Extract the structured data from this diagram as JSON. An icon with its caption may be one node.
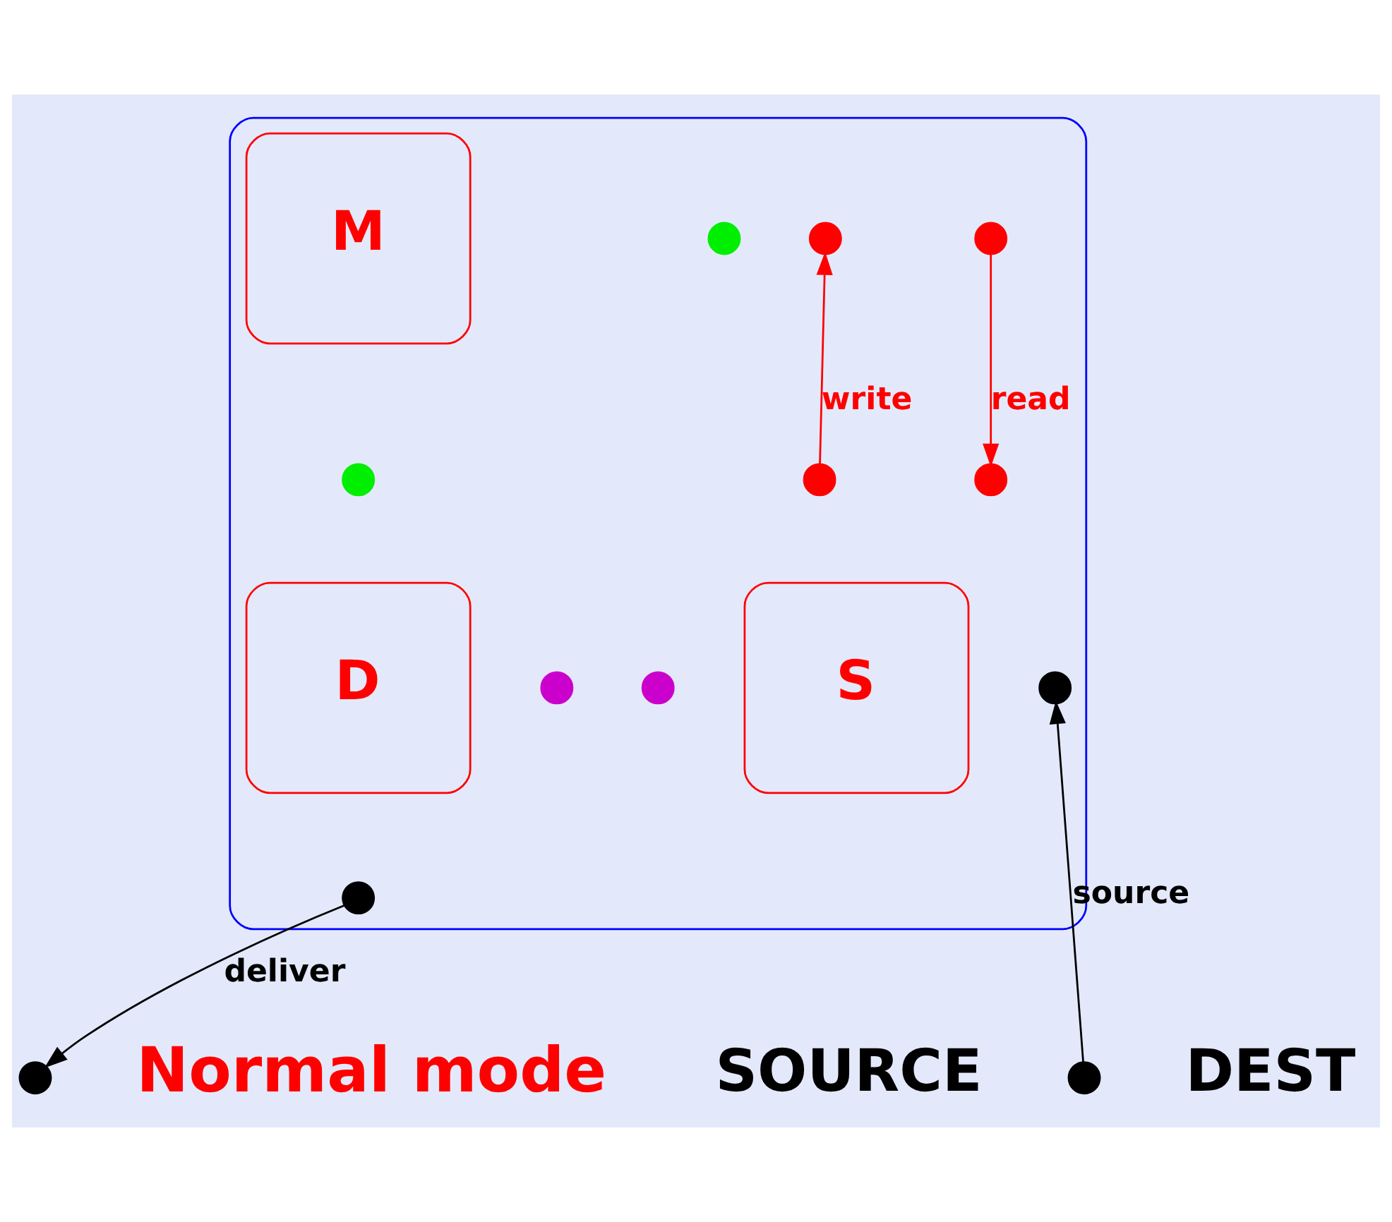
{
  "diagram": {
    "nodes": [
      {
        "text": [],
        "shape": "box"
      },
      {
        "text": [
          "M"
        ],
        "in": 0
      },
      {
        "text": [
          "D"
        ],
        "in": 0
      },
      {
        "text": [
          "S"
        ],
        "in": 0
      },
      {
        "text": [],
        "shape": "circle",
        "in": 0
      },
      {
        "text": [],
        "shape": "circle",
        "in": 0
      },
      {
        "text": [],
        "shape": "circle",
        "in": 0
      },
      {
        "text": [],
        "shape": "circle",
        "in": 0
      },
      {
        "text": [],
        "shape": "circle",
        "in": 0
      },
      {
        "text": [],
        "shape": "circle",
        "in": 0
      },
      {
        "text": [],
        "shape": "circle",
        "in": 0
      },
      {
        "text": [],
        "shape": "circle",
        "in": 0
      },
      {
        "text": [],
        "shape": "circle",
        "in": 0
      },
      {
        "text": [],
        "shape": "circle",
        "in": 0
      },
      {
        "text": [
          "DEST"
        ]
      },
      {
        "text": [],
        "shape": "circle"
      },
      {
        "text": [
          "SOURCE"
        ]
      },
      {
        "text": [],
        "shape": "circle"
      }
    ],
    "edges": [
      {
        "from": 4,
        "to": 7,
        "arrow": "to",
        "label": "read",
        "color": "#ff0000"
      },
      {
        "from": 11,
        "to": 5,
        "arrow": "to",
        "label": "write",
        "color": "#ff0000"
      },
      {
        "from": 9,
        "to": 15,
        "arrow": "to",
        "label": "deliver",
        "color": "#000000"
      },
      {
        "from": 17,
        "to": 13,
        "arrow": "to",
        "label": "source",
        "color": "#000000"
      }
    ],
    "labels": [
      "Normal mode"
    ]
  }
}
